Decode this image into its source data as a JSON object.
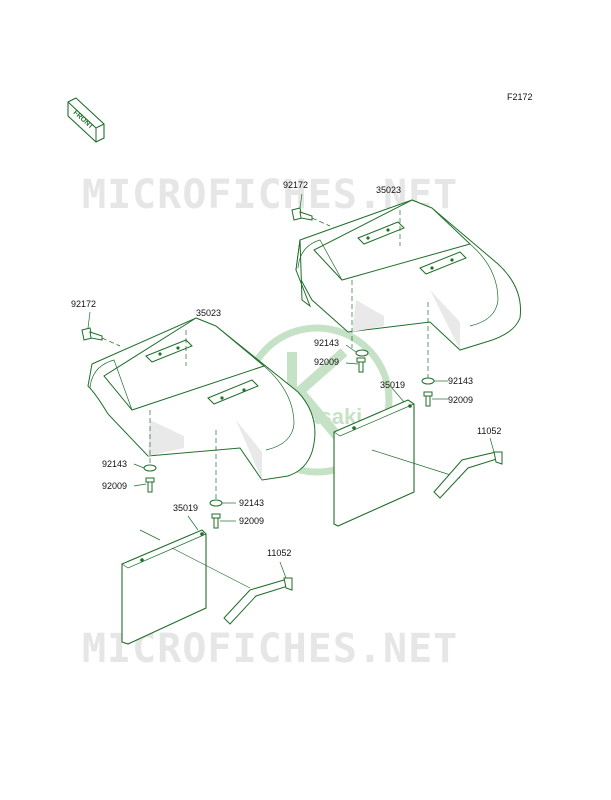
{
  "diagram": {
    "figure_code": "F2172",
    "front_badge": "FRONT",
    "watermark": "MICROFICHES.NET",
    "logo_text": "Kawasaki",
    "part_labels": {
      "bolt_right": "92172",
      "fender_right": "35023",
      "bolt_left": "92172",
      "fender_left": "35023",
      "washer_right_a": "92143",
      "screw_right_a": "92009",
      "washer_right_b": "92143",
      "screw_right_b": "92009",
      "flap_right": "35019",
      "bracket_right": "11052",
      "washer_left_a": "92143",
      "screw_left_a": "92009",
      "washer_left_b": "92143",
      "screw_left_b": "92009",
      "flap_left": "35019",
      "bracket_left": "11052"
    },
    "colors": {
      "line": "#1f6e2a",
      "watermark": "#e6e6e6",
      "logo": "#c6e2c6"
    }
  }
}
